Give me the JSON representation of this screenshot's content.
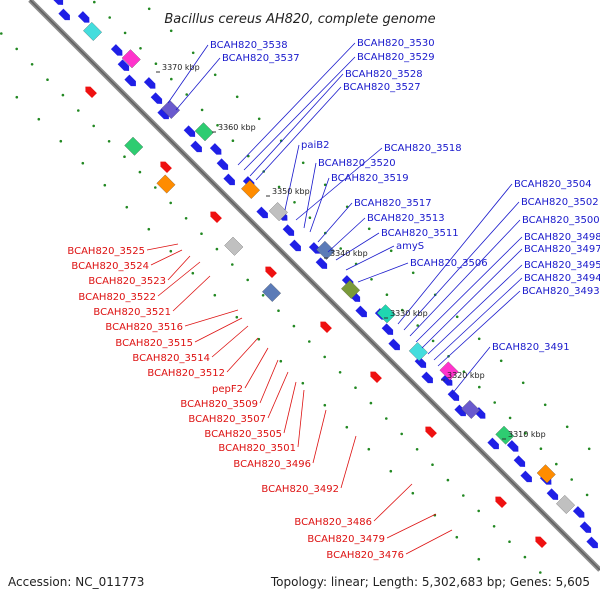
{
  "title": "Bacillus cereus AH820, complete genome",
  "footer": {
    "accession": "Accession: NC_011773",
    "summary": "Topology: linear; Length: 5,302,683 bp; Genes: 5,605"
  },
  "colors": {
    "forward_label": "#1a1acc",
    "reverse_label": "#dd1111",
    "forward_gene": "#1f1fe6",
    "reverse_gene": "#ee1111",
    "backbone": "#888888",
    "rna_dots": "#228822"
  },
  "ticks": [
    "3370 kbp",
    "3360 kbp",
    "3350 kbp",
    "3340 kbp",
    "3330 kbp",
    "3320 kbp",
    "3310 kbp"
  ],
  "forward_labels": [
    "BCAH820_3538",
    "BCAH820_3537",
    "BCAH820_3530",
    "BCAH820_3529",
    "BCAH820_3528",
    "BCAH820_3527",
    "paiB2",
    "BCAH820_3518",
    "BCAH820_3520",
    "BCAH820_3519",
    "BCAH820_3517",
    "BCAH820_3513",
    "BCAH820_3511",
    "amyS",
    "BCAH820_3506",
    "BCAH820_3504",
    "BCAH820_3502",
    "BCAH820_3500",
    "BCAH820_3498",
    "BCAH820_3497",
    "BCAH820_3495",
    "BCAH820_3494",
    "BCAH820_3493",
    "BCAH820_3491"
  ],
  "reverse_labels": [
    "BCAH820_3525",
    "BCAH820_3524",
    "BCAH820_3523",
    "BCAH820_3522",
    "BCAH820_3521",
    "BCAH820_3516",
    "BCAH820_3515",
    "BCAH820_3514",
    "BCAH820_3512",
    "pepF2",
    "BCAH820_3509",
    "BCAH820_3507",
    "BCAH820_3505",
    "BCAH820_3501",
    "BCAH820_3496",
    "BCAH820_3492",
    "BCAH820_3486",
    "BCAH820_3479",
    "BCAH820_3476"
  ]
}
